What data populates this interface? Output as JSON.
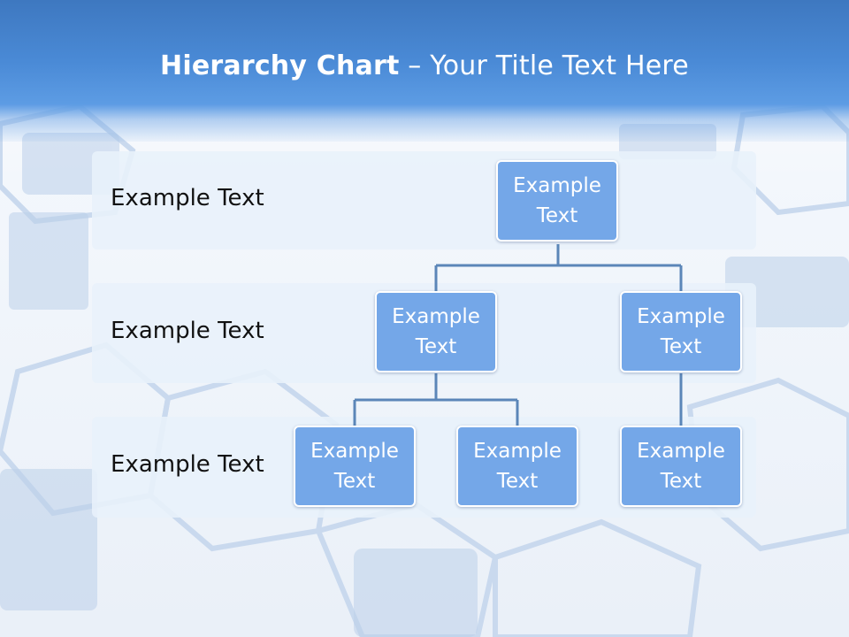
{
  "slide": {
    "title_bold": "Hierarchy Chart",
    "title_rest": " – Your Title Text Here"
  },
  "rows": [
    {
      "label": "Example Text"
    },
    {
      "label": "Example Text"
    },
    {
      "label": "Example Text"
    }
  ],
  "nodes": {
    "root": "Example\nText",
    "l2_left": "Example\nText",
    "l2_right": "Example\nText",
    "l3_a": "Example\nText",
    "l3_b": "Example\nText",
    "l3_c": "Example\nText"
  },
  "colors": {
    "header": "#4a8ad6",
    "node_fill": "#74a7e8",
    "connector": "#5b86b8"
  }
}
